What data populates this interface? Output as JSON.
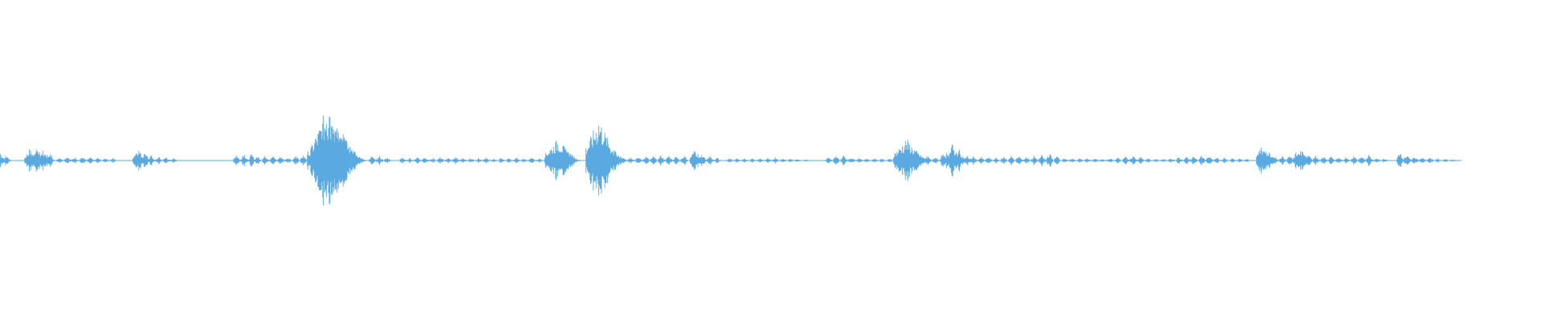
{
  "waveform": {
    "color": "#5aa9e0",
    "background": "#ffffff",
    "bursts": [
      [
        0.0,
        0.25
      ],
      [
        0.5,
        0.12
      ],
      [
        2.1,
        0.25
      ],
      [
        2.6,
        0.3
      ],
      [
        3.0,
        0.22
      ],
      [
        3.4,
        0.15
      ],
      [
        4.0,
        0.08
      ],
      [
        4.5,
        0.1
      ],
      [
        5.0,
        0.08
      ],
      [
        5.5,
        0.08
      ],
      [
        6.0,
        0.07
      ],
      [
        6.5,
        0.06
      ],
      [
        7.0,
        0.06
      ],
      [
        7.5,
        0.05
      ],
      [
        9.2,
        0.28
      ],
      [
        9.6,
        0.2
      ],
      [
        10.0,
        0.12
      ],
      [
        10.5,
        0.08
      ],
      [
        11.0,
        0.08
      ],
      [
        11.5,
        0.06
      ],
      [
        15.6,
        0.15
      ],
      [
        16.1,
        0.18
      ],
      [
        16.6,
        0.14
      ],
      [
        17.0,
        0.1
      ],
      [
        17.5,
        0.12
      ],
      [
        18.0,
        0.1
      ],
      [
        18.5,
        0.1
      ],
      [
        19.0,
        0.08
      ],
      [
        19.5,
        0.1
      ],
      [
        20.0,
        0.12
      ],
      [
        20.5,
        0.1
      ],
      [
        21.4,
        0.6
      ],
      [
        21.7,
        1.0
      ],
      [
        22.0,
        0.9
      ],
      [
        22.3,
        0.85
      ],
      [
        22.6,
        0.75
      ],
      [
        22.9,
        0.5
      ],
      [
        23.3,
        0.25
      ],
      [
        24.5,
        0.1
      ],
      [
        25.0,
        0.1
      ],
      [
        25.5,
        0.08
      ],
      [
        26.5,
        0.06
      ],
      [
        27.0,
        0.06
      ],
      [
        27.5,
        0.07
      ],
      [
        28.0,
        0.08
      ],
      [
        28.5,
        0.06
      ],
      [
        29.0,
        0.07
      ],
      [
        29.5,
        0.06
      ],
      [
        30.0,
        0.08
      ],
      [
        30.5,
        0.06
      ],
      [
        31.0,
        0.06
      ],
      [
        31.5,
        0.05
      ],
      [
        32.0,
        0.06
      ],
      [
        32.5,
        0.05
      ],
      [
        33.0,
        0.06
      ],
      [
        33.5,
        0.05
      ],
      [
        34.0,
        0.06
      ],
      [
        34.5,
        0.05
      ],
      [
        35.0,
        0.06
      ],
      [
        35.5,
        0.05
      ],
      [
        36.0,
        0.05
      ],
      [
        37.0,
        0.45
      ],
      [
        37.4,
        0.3
      ],
      [
        39.0,
        0.22
      ],
      [
        39.3,
        0.3
      ],
      [
        39.7,
        0.9
      ],
      [
        40.1,
        0.45
      ],
      [
        40.5,
        0.2
      ],
      [
        41.0,
        0.08
      ],
      [
        41.5,
        0.08
      ],
      [
        42.0,
        0.08
      ],
      [
        42.5,
        0.1
      ],
      [
        43.0,
        0.1
      ],
      [
        43.5,
        0.12
      ],
      [
        44.0,
        0.12
      ],
      [
        44.5,
        0.1
      ],
      [
        45.0,
        0.12
      ],
      [
        45.8,
        0.25
      ],
      [
        46.2,
        0.15
      ],
      [
        46.7,
        0.1
      ],
      [
        47.2,
        0.06
      ],
      [
        48.0,
        0.05
      ],
      [
        48.5,
        0.05
      ],
      [
        49.0,
        0.05
      ],
      [
        49.5,
        0.05
      ],
      [
        50.0,
        0.05
      ],
      [
        50.5,
        0.05
      ],
      [
        51.0,
        0.08
      ],
      [
        51.5,
        0.05
      ],
      [
        52.0,
        0.04
      ],
      [
        52.5,
        0.04
      ],
      [
        53.0,
        0.03
      ],
      [
        54.5,
        0.08
      ],
      [
        55.0,
        0.1
      ],
      [
        55.5,
        0.12
      ],
      [
        56.0,
        0.08
      ],
      [
        56.5,
        0.06
      ],
      [
        57.0,
        0.05
      ],
      [
        57.5,
        0.05
      ],
      [
        58.0,
        0.05
      ],
      [
        58.5,
        0.05
      ],
      [
        59.0,
        0.04
      ],
      [
        59.9,
        0.45
      ],
      [
        60.3,
        0.2
      ],
      [
        61.0,
        0.1
      ],
      [
        61.5,
        0.1
      ],
      [
        62.0,
        0.15
      ],
      [
        62.3,
        0.2
      ],
      [
        62.7,
        0.35
      ],
      [
        63.1,
        0.25
      ],
      [
        63.6,
        0.12
      ],
      [
        64.0,
        0.1
      ],
      [
        64.5,
        0.08
      ],
      [
        65.0,
        0.08
      ],
      [
        65.5,
        0.06
      ],
      [
        66.0,
        0.08
      ],
      [
        66.5,
        0.1
      ],
      [
        67.0,
        0.1
      ],
      [
        67.5,
        0.08
      ],
      [
        68.0,
        0.1
      ],
      [
        68.5,
        0.12
      ],
      [
        69.0,
        0.18
      ],
      [
        69.5,
        0.1
      ],
      [
        70.0,
        0.06
      ],
      [
        70.5,
        0.05
      ],
      [
        71.0,
        0.05
      ],
      [
        71.5,
        0.05
      ],
      [
        72.0,
        0.05
      ],
      [
        72.5,
        0.05
      ],
      [
        73.0,
        0.05
      ],
      [
        73.5,
        0.06
      ],
      [
        74.0,
        0.1
      ],
      [
        74.5,
        0.12
      ],
      [
        75.0,
        0.08
      ],
      [
        75.5,
        0.05
      ],
      [
        76.0,
        0.04
      ],
      [
        76.5,
        0.04
      ],
      [
        77.0,
        0.05
      ],
      [
        77.5,
        0.08
      ],
      [
        78.0,
        0.1
      ],
      [
        78.5,
        0.1
      ],
      [
        79.0,
        0.12
      ],
      [
        79.5,
        0.1
      ],
      [
        80.0,
        0.08
      ],
      [
        80.5,
        0.06
      ],
      [
        81.0,
        0.05
      ],
      [
        81.5,
        0.04
      ],
      [
        82.0,
        0.04
      ],
      [
        83.0,
        0.35
      ],
      [
        83.4,
        0.25
      ],
      [
        83.8,
        0.12
      ],
      [
        84.3,
        0.1
      ],
      [
        84.8,
        0.12
      ],
      [
        85.2,
        0.18
      ],
      [
        85.6,
        0.25
      ],
      [
        86.0,
        0.18
      ],
      [
        86.5,
        0.1
      ],
      [
        87.0,
        0.08
      ],
      [
        87.5,
        0.08
      ],
      [
        88.0,
        0.08
      ],
      [
        88.5,
        0.08
      ],
      [
        89.0,
        0.1
      ],
      [
        89.5,
        0.1
      ],
      [
        90.0,
        0.12
      ],
      [
        90.5,
        0.06
      ],
      [
        91.0,
        0.05
      ],
      [
        92.0,
        0.2
      ],
      [
        92.5,
        0.15
      ],
      [
        93.0,
        0.1
      ],
      [
        93.5,
        0.08
      ],
      [
        94.0,
        0.06
      ],
      [
        94.5,
        0.05
      ],
      [
        95.0,
        0.04
      ],
      [
        95.5,
        0.03
      ]
    ],
    "duration": 96
  }
}
